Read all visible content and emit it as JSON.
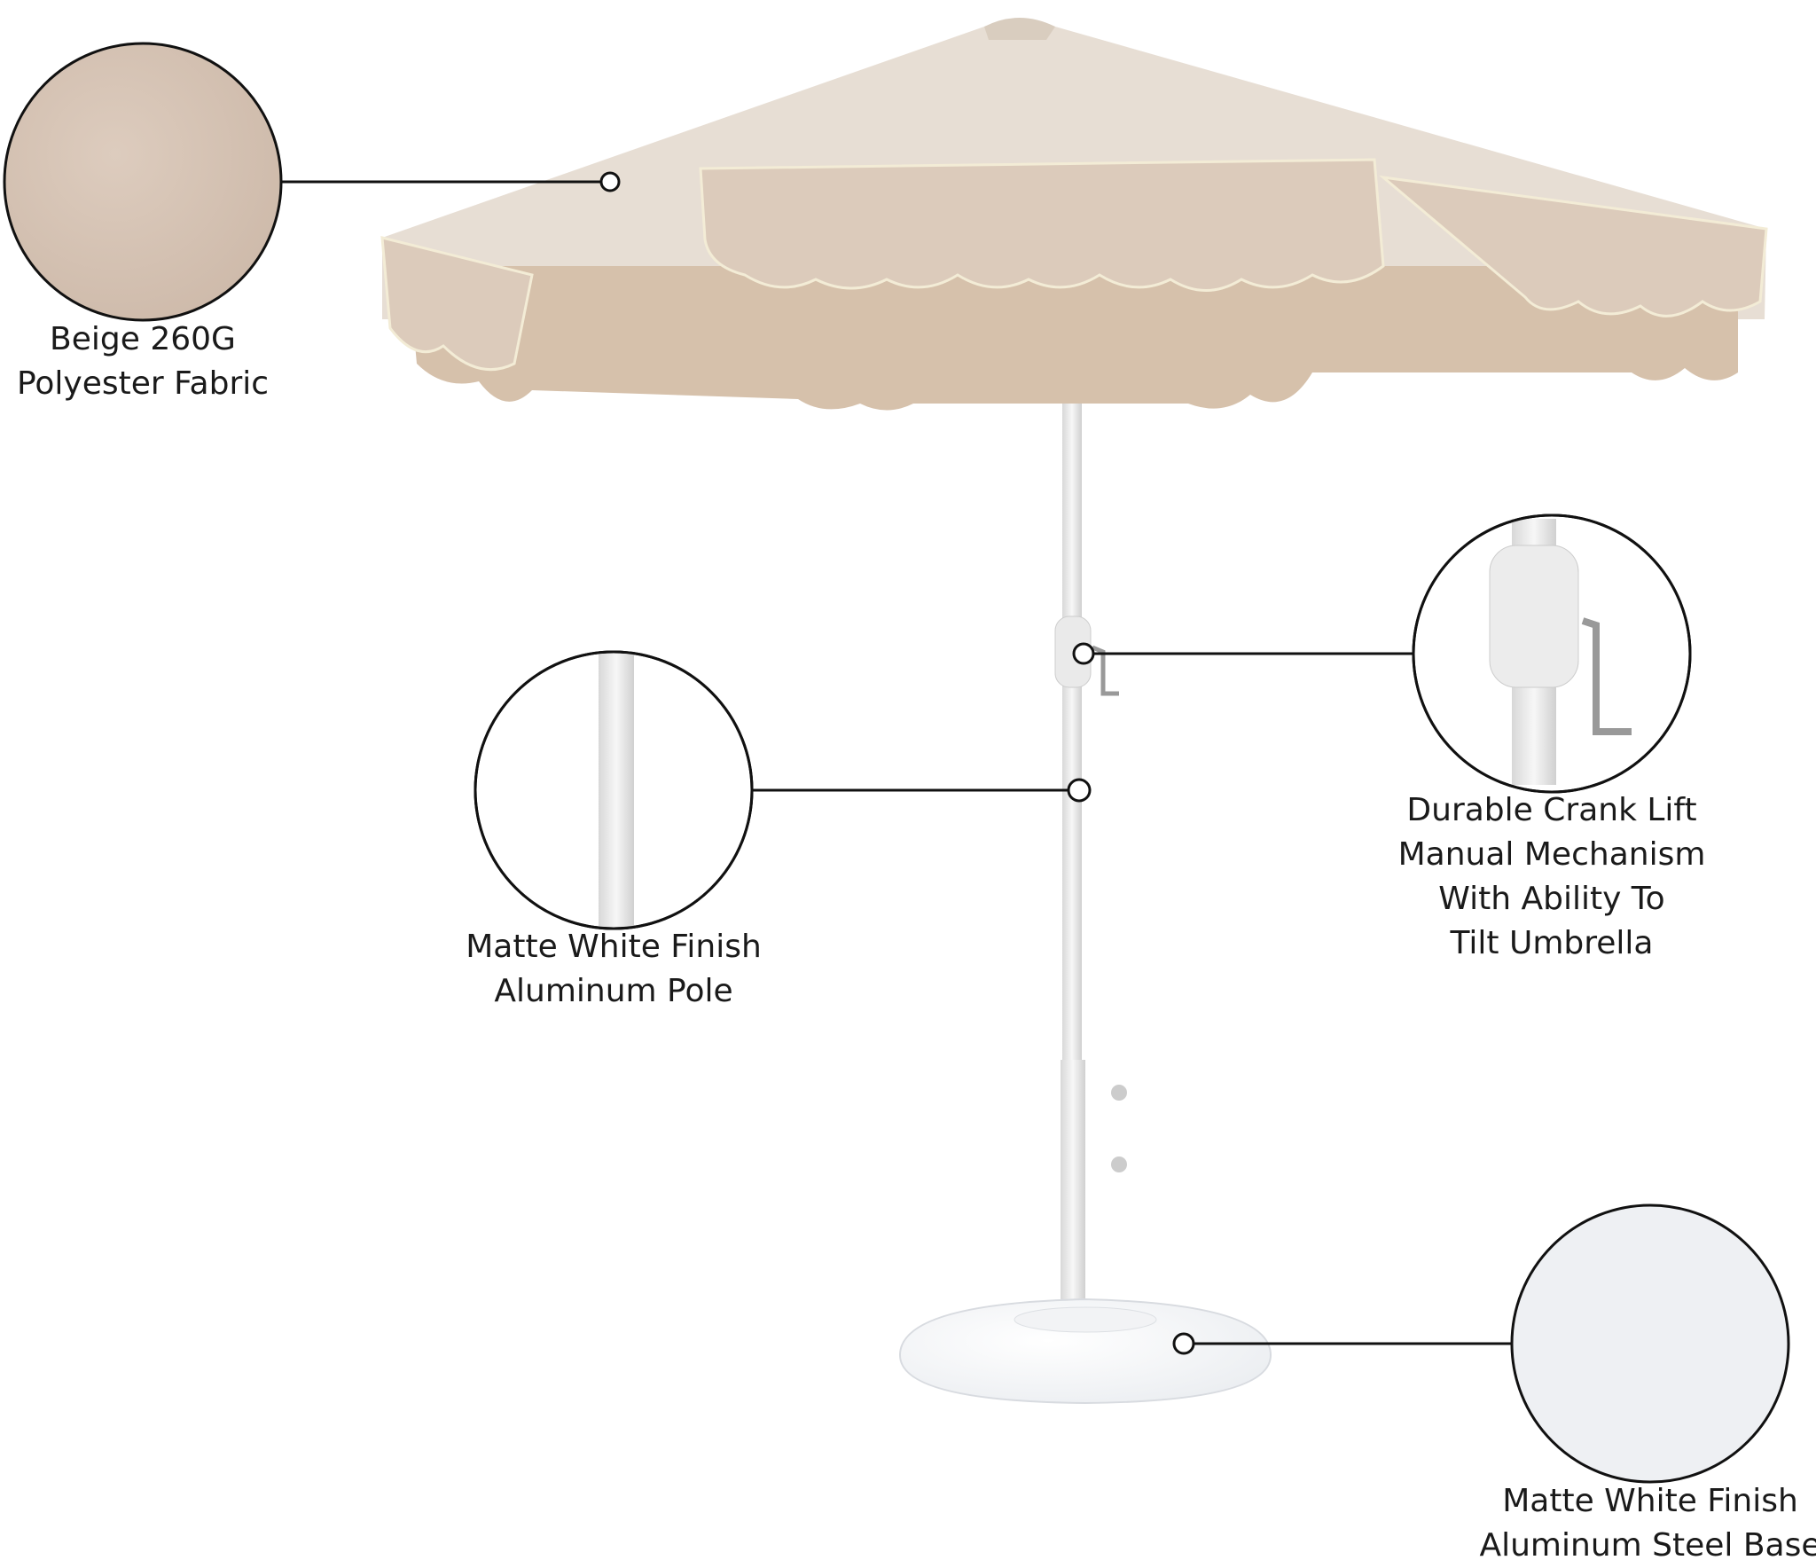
{
  "callouts": {
    "fabric": {
      "lines": [
        "Beige 260G",
        "Polyester Fabric"
      ],
      "swatch_color": "#d8c7b8"
    },
    "pole": {
      "lines": [
        "Matte White Finish",
        "Aluminum Pole"
      ],
      "swatch_color": "#ffffff"
    },
    "crank": {
      "lines": [
        "Durable Crank Lift",
        "Manual Mechanism",
        "With Ability To",
        "Tilt Umbrella"
      ],
      "swatch_color": "#ffffff"
    },
    "base": {
      "lines": [
        "Matte White Finish",
        "Aluminum Steel Base"
      ],
      "swatch_color": "#eef0f3"
    }
  },
  "colors": {
    "canopy": "#e6ddd3",
    "valance": "#d7c3ae",
    "piping": "#f3ecd6",
    "pole": "#eeeeee"
  }
}
